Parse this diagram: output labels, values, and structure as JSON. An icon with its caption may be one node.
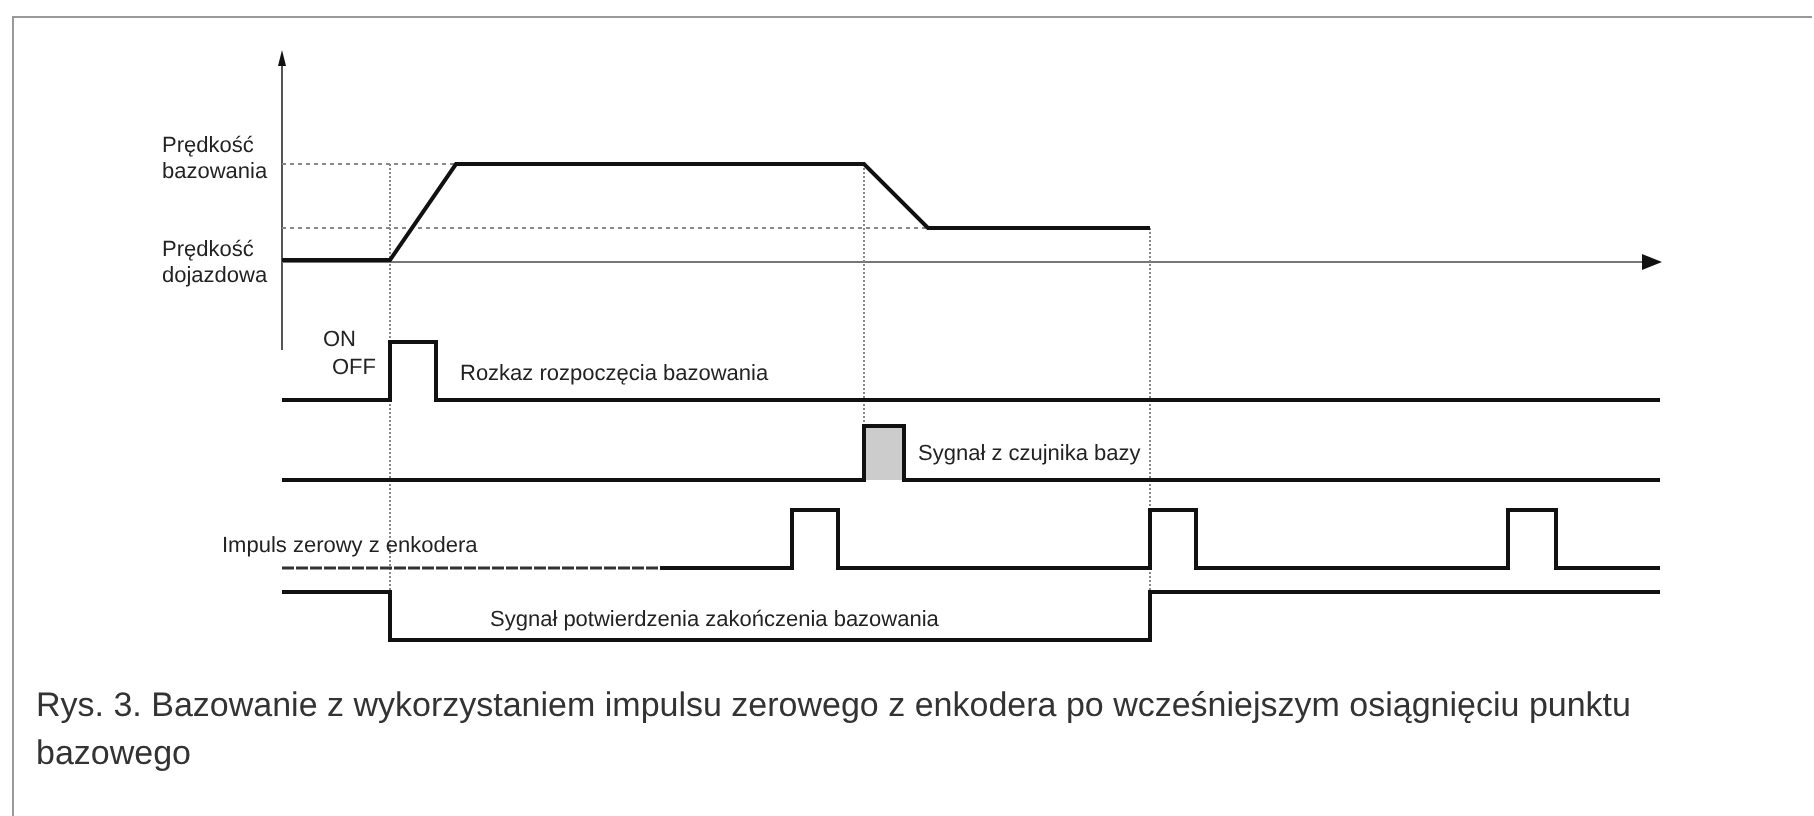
{
  "diagram": {
    "caption": "Rys. 3. Bazowanie z wykorzystaniem impulsu zerowego z enkodera po wcześniejszym osiągnięciu punktu bazowego",
    "labels": [
      "Prędkość bazowania",
      "Prędkość dojazdowa",
      "ON",
      "OFF",
      "Rozkaz rozpoczęcia bazowania",
      "Sygnał z czujnika bazy",
      "Impuls zerowy z enkodera",
      "Sygnał potwierdzenia zakończenia bazowania"
    ]
  }
}
